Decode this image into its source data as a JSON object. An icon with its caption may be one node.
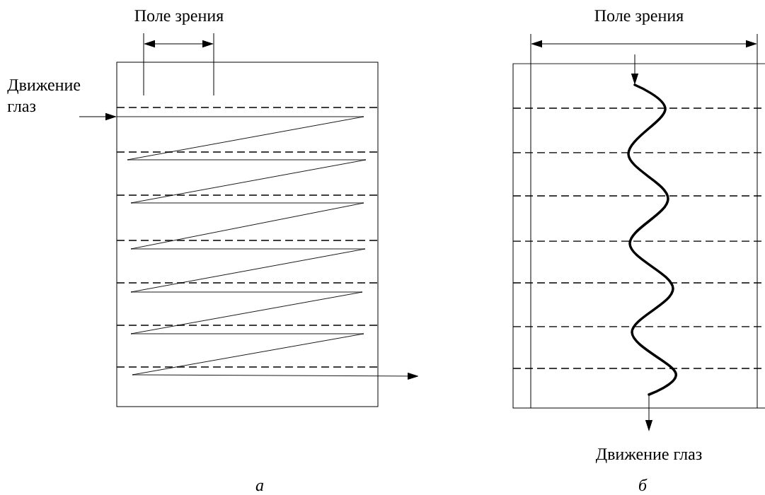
{
  "diagram": {
    "labels": [
      "Поле зрения",
      "Поле зрения",
      "Движение глаз",
      "Движение глаз",
      "а",
      "б"
    ]
  }
}
